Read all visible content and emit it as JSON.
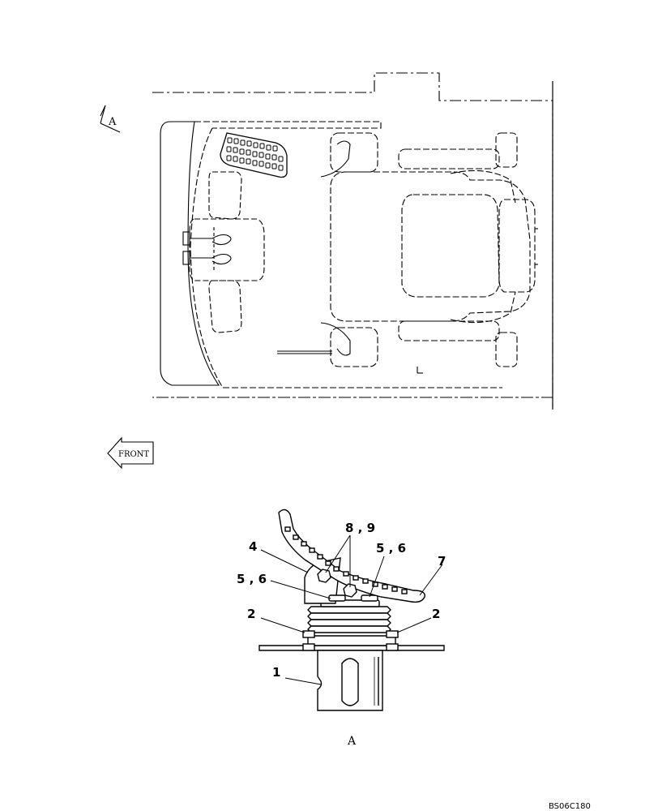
{
  "view_marker": {
    "letter": "A"
  },
  "direction_arrow": {
    "label": "FRONT"
  },
  "callouts": {
    "c1": "1",
    "c2_left": "2",
    "c2_right": "2",
    "c4": "4",
    "c56_left": "5 , 6",
    "c56_right": "5 , 6",
    "c7": "7",
    "c89": "8 , 9"
  },
  "detail_caption": "A",
  "drawing_code": "BS06C180"
}
